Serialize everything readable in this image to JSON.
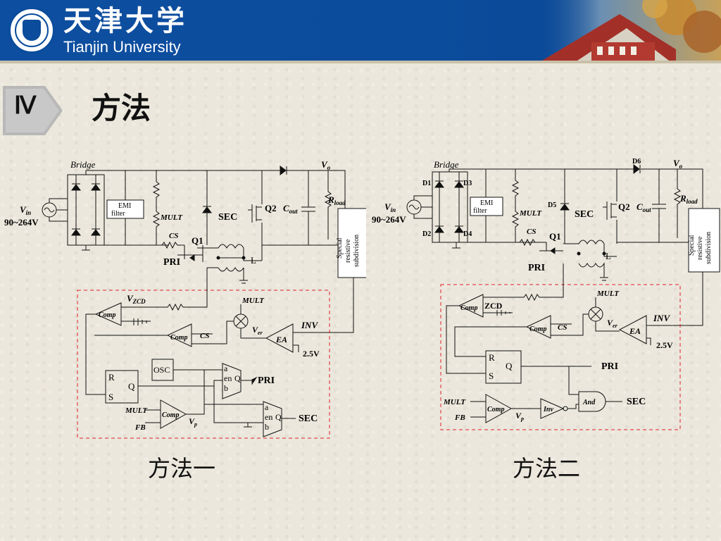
{
  "header": {
    "university_name_cn": "天津大学",
    "university_name_en": "Tianjin University",
    "logo_icon": "university-seal-icon"
  },
  "section": {
    "number": "Ⅳ",
    "title": "方法"
  },
  "method1": {
    "caption": "方法一",
    "bridge": "Bridge",
    "vin": "V",
    "vin_sub": "in",
    "vin_range": "90~264V",
    "emi_line1": "EMI",
    "emi_line2": "filter",
    "mult": "MULT",
    "cs": "CS",
    "q1": "Q1",
    "pri": "PRI",
    "sec": "SEC",
    "q2": "Q2",
    "cout": "C",
    "cout_sub": "out",
    "rload": "R",
    "rload_sub": "load",
    "vo": "V",
    "vo_sub": "o",
    "l": "L",
    "special_1": "Special",
    "special_2": "resistive",
    "special_3": "subdivision",
    "vzcd": "V",
    "vzcd_sub": "ZCD",
    "comp": "Comp",
    "mult_in": "MULT",
    "ver": "V",
    "ver_sub": "er",
    "inv": "INV",
    "ea": "EA",
    "ref": "2.5V",
    "cs_in": "CS",
    "osc": "OSC",
    "r": "R",
    "s": "S",
    "q": "Q",
    "mux_a": "a",
    "mux_en": "en",
    "mux_q": "Q",
    "mux_b": "b",
    "pri_out": "PRI",
    "sec_out": "SEC",
    "mult_comp": "MULT",
    "fb": "FB",
    "vp": "V",
    "vp_sub": "p"
  },
  "method2": {
    "caption": "方法二",
    "bridge": "Bridge",
    "d1": "D1",
    "d2": "D2",
    "d3": "D3",
    "d4": "D4",
    "d5": "D5",
    "d6": "D6",
    "vin": "V",
    "vin_sub": "in",
    "vin_range": "90~264V",
    "emi_line1": "EMI",
    "emi_line2": "filter",
    "mult": "MULT",
    "cs": "CS",
    "q1": "Q1",
    "pri": "PRI",
    "sec": "SEC",
    "q2": "Q2",
    "cout": "C",
    "cout_sub": "out",
    "rload": "R",
    "rload_sub": "load",
    "vo": "V",
    "vo_sub": "o",
    "l": "L",
    "special_1": "Special",
    "special_2": "resistive",
    "special_3": "subdivision",
    "zcd": "ZCD",
    "comp": "Comp",
    "mult_in": "MULT",
    "ver": "V",
    "ver_sub": "er",
    "inv": "INV",
    "ea": "EA",
    "ref": "2.5V",
    "cs_in": "CS",
    "r": "R",
    "s": "S",
    "q": "Q",
    "pri_out": "PRI",
    "sec_out": "SEC",
    "mult_comp": "MULT",
    "fb": "FB",
    "vp": "V",
    "vp_sub": "p",
    "inv_gate": "Inv",
    "and_gate": "And"
  },
  "colors": {
    "header_blue": "#0b4c9c",
    "dashed_box": "#e0202a",
    "wire": "#111111"
  }
}
